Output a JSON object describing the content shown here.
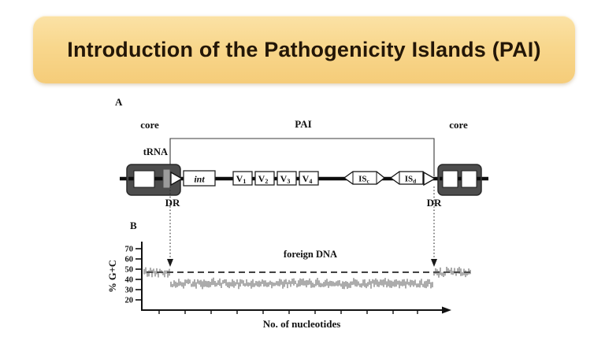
{
  "slide": {
    "title": "Introduction of the Pathogenicity Islands (PAI)",
    "banner_color_top": "#fbe2a6",
    "banner_color_bottom": "#f5cc79",
    "title_color": "#231607"
  },
  "figure": {
    "panel_a": {
      "label": "A",
      "core_left_label": "core",
      "pai_label": "PAI",
      "core_right_label": "core",
      "trna_label": "tRNA",
      "int_label": "int",
      "v_genes": [
        {
          "main": "V",
          "sub": "1"
        },
        {
          "main": "V",
          "sub": "2"
        },
        {
          "main": "V",
          "sub": "3"
        },
        {
          "main": "V",
          "sub": "4"
        }
      ],
      "is_elements": [
        {
          "main": "IS",
          "sub": "c"
        },
        {
          "main": "IS",
          "sub": "d"
        }
      ],
      "dr_left_label": "DR",
      "dr_right_label": "DR"
    },
    "panel_b": {
      "label": "B",
      "ylabel": "% G+C",
      "xlabel": "No. of nucleotides",
      "annotation": "foreign DNA",
      "yticks": [
        "70",
        "60",
        "50",
        "40",
        "30",
        "20"
      ]
    }
  },
  "chart_data": {
    "type": "line",
    "title": "",
    "xlabel": "No. of nucleotides",
    "ylabel": "% G+C",
    "yticks": [
      20,
      30,
      40,
      50,
      60,
      70
    ],
    "ylim": [
      15,
      75
    ],
    "grid": false,
    "baseline_gc": 47,
    "annotation": "foreign DNA",
    "regions": [
      {
        "name": "core-left",
        "x_frac": [
          0.0,
          0.0795
        ],
        "gc_mean": 47,
        "gc_noise": 2.5
      },
      {
        "name": "PAI-foreign-DNA",
        "x_frac": [
          0.0795,
          0.884
        ],
        "gc_mean": 36,
        "gc_noise": 2.2
      },
      {
        "name": "core-right",
        "x_frac": [
          0.884,
          1.0
        ],
        "gc_mean": 47,
        "gc_noise": 2.5
      }
    ],
    "marker_positions_frac": [
      0.0795,
      0.884
    ]
  }
}
